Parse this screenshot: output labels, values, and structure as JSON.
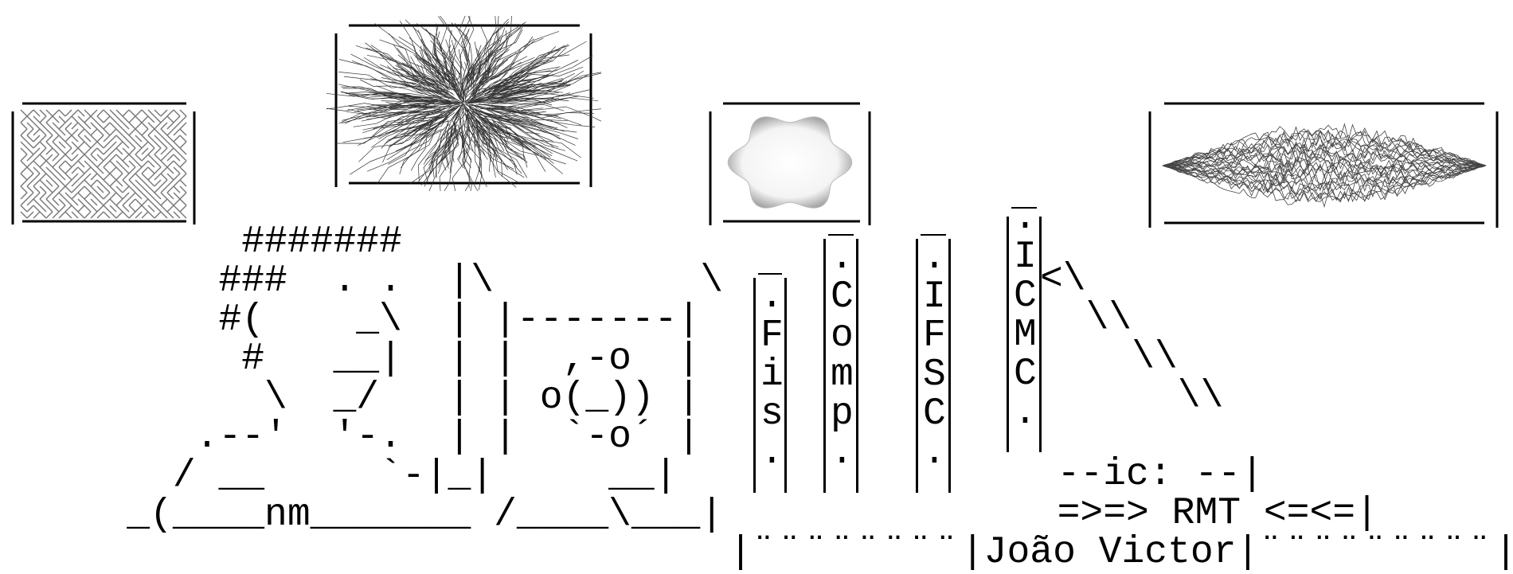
{
  "title": "João Victor",
  "ascii_lines": [
    "         #######",
    "        ###  . .  |\\         \\",
    "        #(    _\\  | |-------|",
    "         #   __|  | |  ,-o  |",
    "          \\  _/   | | o(_)) |",
    "       .--'  '-.  | |  `-o´ |",
    "      / __     `-|_|     __|",
    "    _(____nm_______ /____\\___|"
  ],
  "book_labels": [
    ".Fis.",
    ".Comp.",
    ".IFSC.",
    ".ICMC."
  ],
  "sign_ic": "--ic: --",
  "sign_rmt": "=>=> RMT <=<=",
  "pictures": [
    {
      "name": "maze-picture",
      "kind": "maze"
    },
    {
      "name": "fibers-picture",
      "kind": "fibers"
    },
    {
      "name": "blob-picture",
      "kind": "blob"
    },
    {
      "name": "waves-picture",
      "kind": "waves"
    }
  ],
  "colors": {
    "ink": "#000000",
    "paper": "#ffffff",
    "sketch": "#555555"
  }
}
